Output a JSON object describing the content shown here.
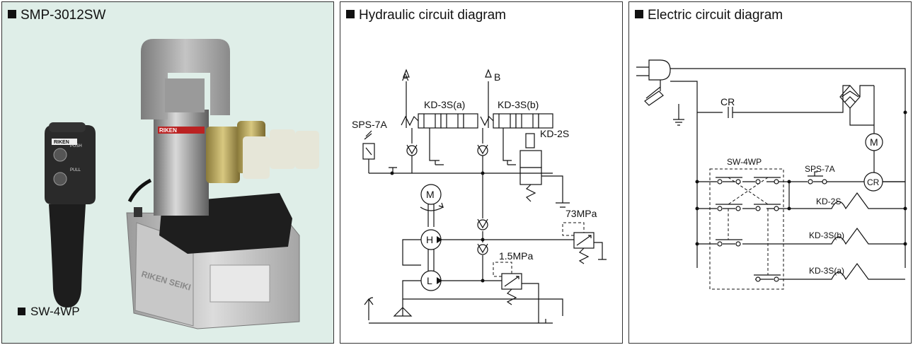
{
  "panels": {
    "photo": {
      "title": "SMP-3012SW",
      "remote_label": "SW-4WP",
      "remote_button_push": "PUSH",
      "remote_button_pull": "PULL",
      "remote_logo": "RIKEN",
      "pump_logo": "RIKEN",
      "tank_logo": "RIKEN SEIKI"
    },
    "hydraulic": {
      "title": "Hydraulic circuit diagram",
      "port_a": "A",
      "port_b": "B",
      "valve_a": "KD-3S(a)",
      "valve_b": "KD-3S(b)",
      "valve_c": "KD-2S",
      "pressure_switch": "SPS-7A",
      "motor": "M",
      "pump_high": "H",
      "pump_low": "L",
      "relief_high": "73MPa",
      "relief_low": "1.5MPa"
    },
    "electric": {
      "title": "Electric circuit diagram",
      "relay_contact": "CR",
      "motor": "M",
      "switch_box": "SW-4WP",
      "pressure_switch": "SPS-7A",
      "relay_coil": "CR",
      "sol_1": "KD-2S",
      "sol_2": "KD-3S(b)",
      "sol_3": "KD-3S(a)"
    }
  }
}
